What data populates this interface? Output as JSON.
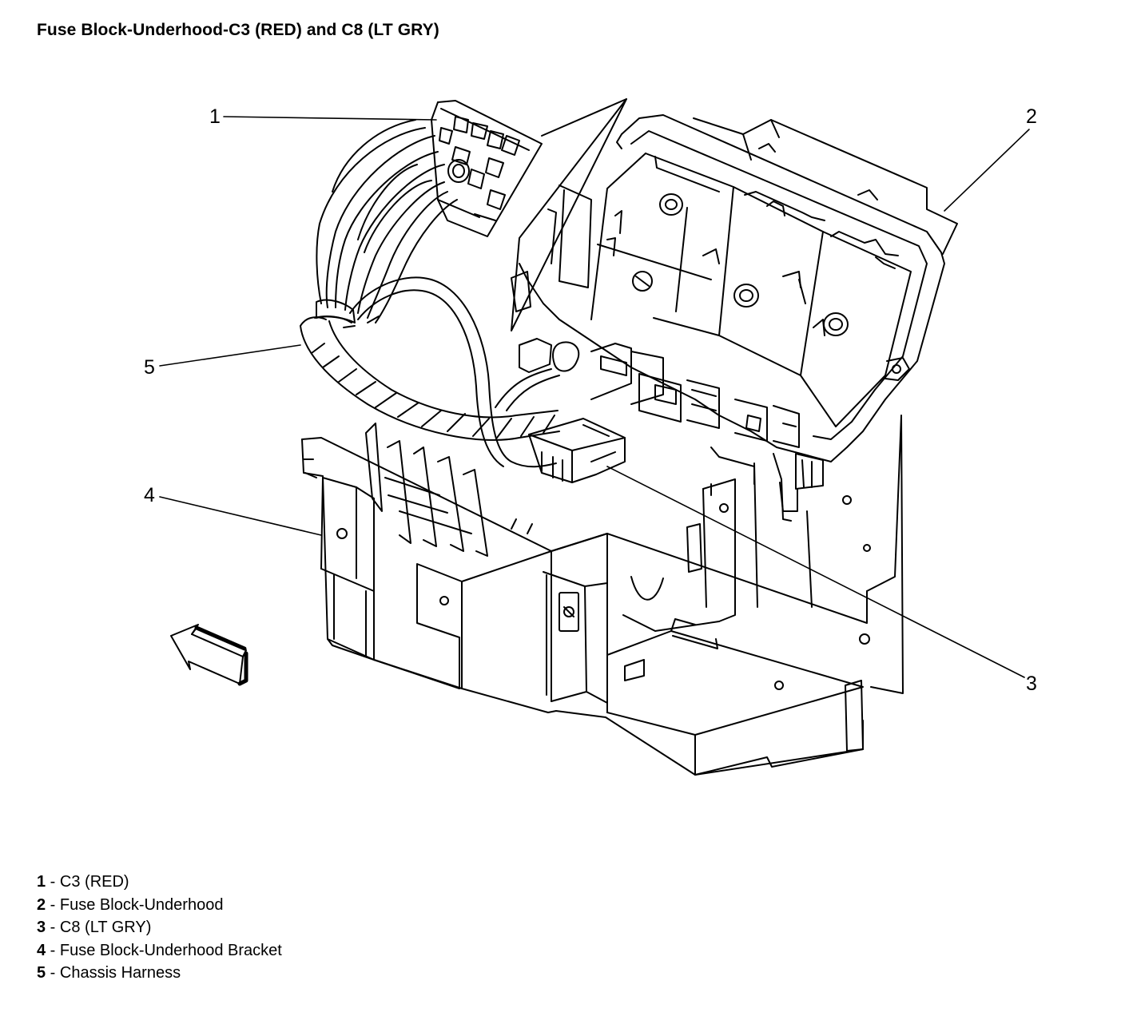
{
  "title": "Fuse Block-Underhood-C3 (RED) and C8 (LT GRY)",
  "callouts": [
    {
      "id": "1",
      "label": "1"
    },
    {
      "id": "2",
      "label": "2"
    },
    {
      "id": "3",
      "label": "3"
    },
    {
      "id": "4",
      "label": "4"
    },
    {
      "id": "5",
      "label": "5"
    }
  ],
  "legend": [
    {
      "num": "1",
      "sep": " - ",
      "text": "C3 (RED)"
    },
    {
      "num": "2",
      "sep": " - ",
      "text": "Fuse Block-Underhood"
    },
    {
      "num": "3",
      "sep": " - ",
      "text": "C8 (LT GRY)"
    },
    {
      "num": "4",
      "sep": " - ",
      "text": "Fuse Block-Underhood Bracket"
    },
    {
      "num": "5",
      "sep": " - ",
      "text": "Chassis Harness"
    }
  ],
  "icons": {
    "direction_arrow": "forward-arrow-icon"
  }
}
